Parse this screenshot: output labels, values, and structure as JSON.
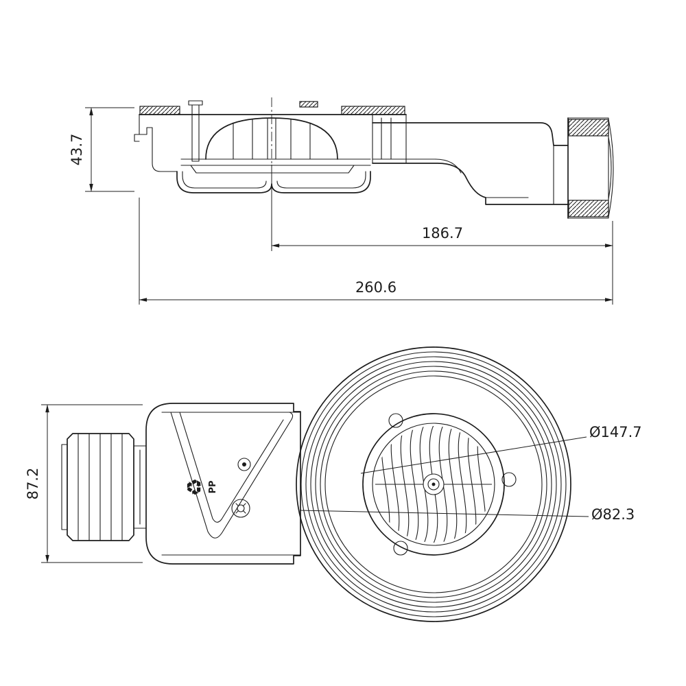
{
  "drawing": {
    "type": "technical-drawing",
    "subject": "shower-waste-trap",
    "colors": {
      "line": "#1c1c1c",
      "background": "#ffffff"
    },
    "dimensions": {
      "side_height": "43.7",
      "center_to_outlet": "186.7",
      "overall_length": "260.6",
      "body_height": "87.2",
      "flange_diameter": "Ø147.7",
      "grate_diameter": "Ø82.3"
    },
    "markings": {
      "material": "PP",
      "recycle_symbol": "♻"
    }
  }
}
